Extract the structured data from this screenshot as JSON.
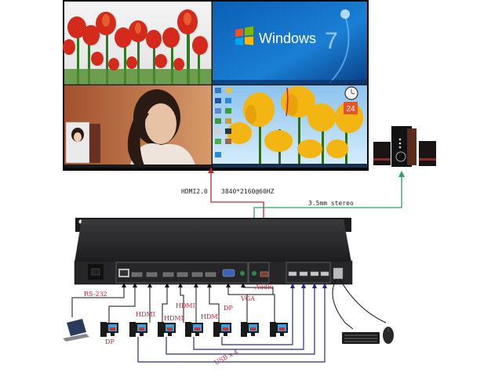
{
  "display": {
    "quadrants": [
      "red-tulips",
      "windows-7-wallpaper",
      "portrait-desktop",
      "yellow-tulips-desktop"
    ],
    "windows_text": "Windows",
    "windows_version": "7",
    "calendar_day": "24"
  },
  "output_labels": {
    "hdmi": "HDMI2.0",
    "resolution": "3840*2160@60HZ",
    "audio": "3.5mm stereo"
  },
  "input_labels": {
    "rs232": "RS-232",
    "audio": "Audio",
    "dp1": "DP",
    "hdmi1": "HDMI",
    "hdmi2": "HDMI",
    "hdmi3": "HDMI",
    "hdmi4": "HDMI",
    "dp2": "DP",
    "vga": "VGA",
    "usb": "USB x 4"
  },
  "colors": {
    "hdmi_line": "#c8262e",
    "audio_line": "#2aa36a",
    "usb_line": "#2a2a8c",
    "input_line": "#111111",
    "label_red": "#c0243a",
    "chassis": "#2a2a2c"
  }
}
